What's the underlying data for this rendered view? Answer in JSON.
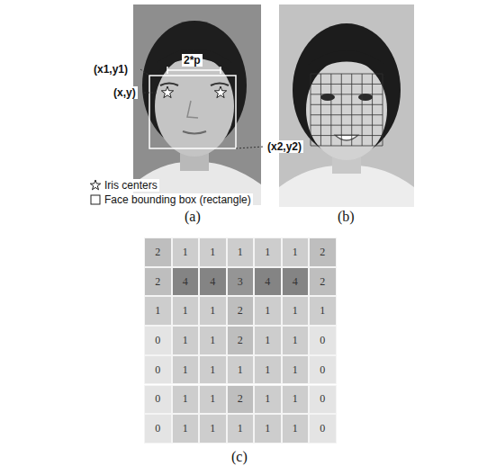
{
  "diagram": {
    "labels": [
      "(x1,y1)",
      "2*p",
      "(x,y)",
      "(x2,y2)",
      "(a)",
      "(b)",
      "2",
      "1",
      "1",
      "1",
      "1",
      "1",
      "2",
      "2",
      "4",
      "4",
      "3",
      "4",
      "4",
      "2",
      "1",
      "1",
      "1",
      "2",
      "1",
      "1",
      "1",
      "0",
      "1",
      "1",
      "2",
      "1",
      "1",
      "0",
      "0",
      "1",
      "1",
      "1",
      "1",
      "1",
      "0",
      "0",
      "1",
      "1",
      "2",
      "1",
      "1",
      "0",
      "0",
      "1",
      "1",
      "1",
      "1",
      "1",
      "0",
      "(c)"
    ],
    "legend": [
      {
        "text": "Iris centers"
      },
      {
        "text": "Face bounding box (rectangle)"
      }
    ]
  }
}
